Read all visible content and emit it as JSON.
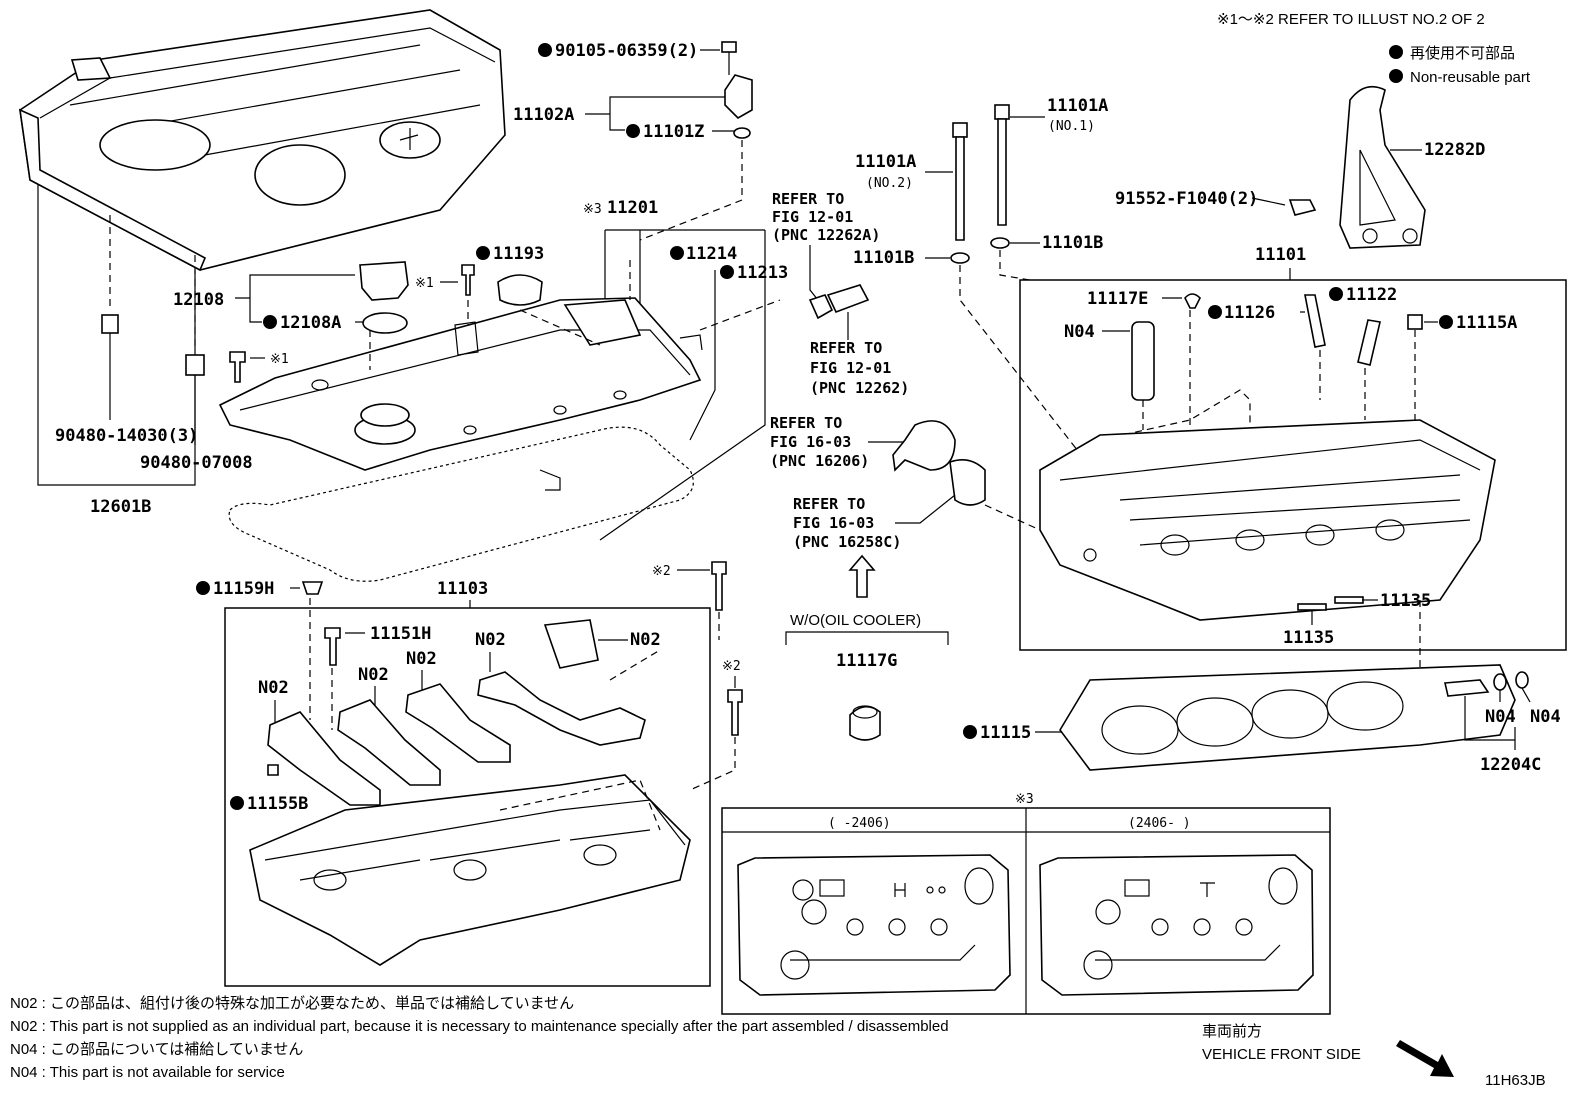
{
  "header": {
    "refer_note": "※1〜※2  REFER TO ILLUST NO.2 OF 2",
    "legend_jp": "再使用不可部品",
    "legend_en": "Non-reusable part"
  },
  "parts": {
    "p90105": "90105-06359(2)",
    "p11102A": "11102A",
    "p11101Z": "11101Z",
    "p11201": "11201",
    "p11201_mark": "※3",
    "p11193": "11193",
    "p11214": "11214",
    "p11213": "11213",
    "p12108": "12108",
    "p12108A": "12108A",
    "mark1a": "※1",
    "mark1b": "※1",
    "p90480_14030": "90480-14030(3)",
    "p90480_07008": "90480-07008",
    "p12601B": "12601B",
    "p11101A_no1": "11101A",
    "no1": "(NO.1)",
    "p11101A_no2": "11101A",
    "no2": "(NO.2)",
    "p11101B_l": "11101B",
    "p11101B_r": "11101B",
    "p91552": "91552-F1040(2)",
    "p12282D": "12282D",
    "p11101": "11101",
    "p11117E": "11117E",
    "p11126": "11126",
    "p11122": "11122",
    "p11115A": "11115A",
    "n04_a": "N04",
    "p11135_a": "11135",
    "p11135_b": "11135",
    "p11159H": "11159H",
    "p11103": "11103",
    "p11151H": "11151H",
    "n02_a": "N02",
    "n02_b": "N02",
    "n02_c": "N02",
    "n02_d": "N02",
    "n02_e": "N02",
    "p11155B": "11155B",
    "mark2a": "※2",
    "mark2b": "※2",
    "wo_oil_cooler": "W/O(OIL COOLER)",
    "p11117G": "11117G",
    "p11115": "11115",
    "n04_b": "N04",
    "n04_c": "N04",
    "p12204C": "12204C",
    "mark3": "※3",
    "range_left": "(    -2406)",
    "range_right": "(2406-    )"
  },
  "refs": {
    "r1": [
      "REFER TO",
      "FIG 12-01",
      "(PNC 12262A)"
    ],
    "r2": [
      "REFER TO",
      "FIG 12-01",
      "(PNC 12262)"
    ],
    "r3": [
      "REFER TO",
      "FIG 16-03",
      "(PNC 16206)"
    ],
    "r4": [
      "REFER TO",
      "FIG 16-03",
      "(PNC 16258C)"
    ]
  },
  "notes": {
    "n02_jp": "N02 : この部品は、組付け後の特殊な加工が必要なため、単品では補給していません",
    "n02_en": "N02 : This part is not supplied as an individual part, because it is necessary to maintenance specially after the part assembled / disassembled",
    "n04_jp": "N04 : この部品については補給していません",
    "n04_en": "N04 : This part is not available for service"
  },
  "footer": {
    "front_jp": "車両前方",
    "front_en": "VEHICLE FRONT SIDE",
    "code": "11H63JB"
  }
}
